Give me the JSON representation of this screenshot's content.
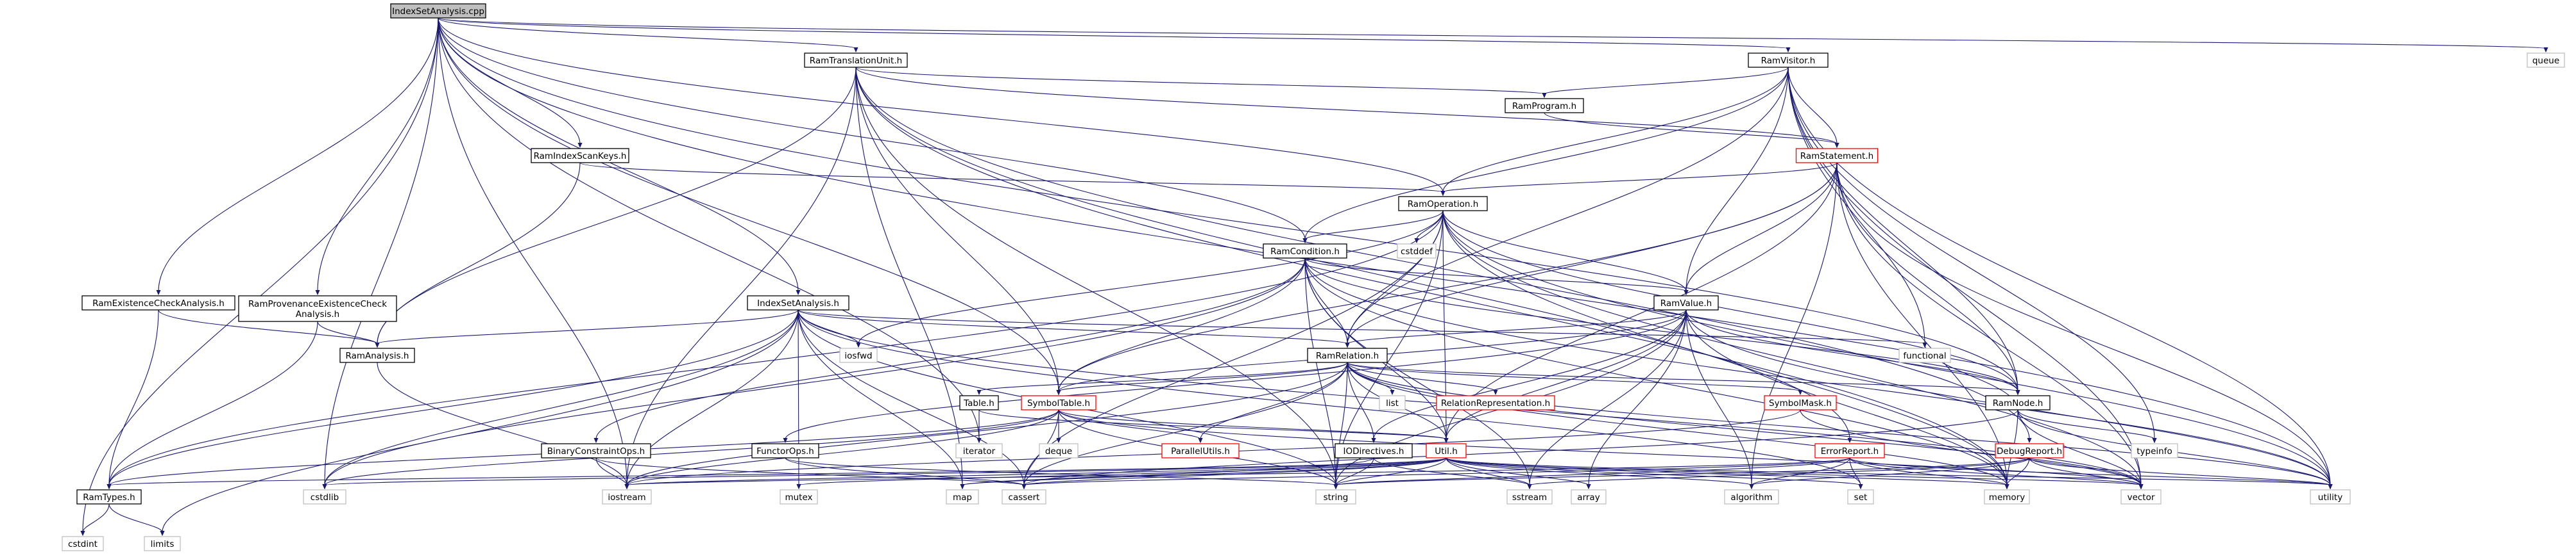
{
  "graph": {
    "nodes": [
      {
        "id": "root",
        "lines": [
          "IndexSetAnalysis.cpp"
        ],
        "style": "root"
      },
      {
        "id": "queue",
        "lines": [
          "queue"
        ],
        "style": "sys"
      },
      {
        "id": "ramTU",
        "lines": [
          "RamTranslationUnit.h"
        ],
        "style": "hdr"
      },
      {
        "id": "ramVisitor",
        "lines": [
          "RamVisitor.h"
        ],
        "style": "hdr"
      },
      {
        "id": "ramProgram",
        "lines": [
          "RamProgram.h"
        ],
        "style": "hdr"
      },
      {
        "id": "ramIndexScanKeys",
        "lines": [
          "RamIndexScanKeys.h"
        ],
        "style": "hdr"
      },
      {
        "id": "ramStatement",
        "lines": [
          "RamStatement.h"
        ],
        "style": "red"
      },
      {
        "id": "ramOperation",
        "lines": [
          "RamOperation.h"
        ],
        "style": "hdr"
      },
      {
        "id": "ramCondition",
        "lines": [
          "RamCondition.h"
        ],
        "style": "hdr"
      },
      {
        "id": "cstddef",
        "lines": [
          "cstddef"
        ],
        "style": "sys"
      },
      {
        "id": "ramExistence",
        "lines": [
          "RamExistenceCheckAnalysis.h"
        ],
        "style": "hdr"
      },
      {
        "id": "ramProvenance",
        "lines": [
          "RamProvenanceExistenceCheck",
          "Analysis.h"
        ],
        "style": "hdr"
      },
      {
        "id": "indexSetAnalysisH",
        "lines": [
          "IndexSetAnalysis.h"
        ],
        "style": "hdr"
      },
      {
        "id": "ramValue",
        "lines": [
          "RamValue.h"
        ],
        "style": "hdr"
      },
      {
        "id": "ramAnalysis",
        "lines": [
          "RamAnalysis.h"
        ],
        "style": "hdr"
      },
      {
        "id": "iosfwd",
        "lines": [
          "iosfwd"
        ],
        "style": "sys"
      },
      {
        "id": "functional",
        "lines": [
          "functional"
        ],
        "style": "sys"
      },
      {
        "id": "ramRelation",
        "lines": [
          "RamRelation.h"
        ],
        "style": "hdr"
      },
      {
        "id": "list",
        "lines": [
          "list"
        ],
        "style": "sys"
      },
      {
        "id": "relRep",
        "lines": [
          "RelationRepresentation.h"
        ],
        "style": "red"
      },
      {
        "id": "symbolMask",
        "lines": [
          "SymbolMask.h"
        ],
        "style": "red"
      },
      {
        "id": "ramNode",
        "lines": [
          "RamNode.h"
        ],
        "style": "hdr"
      },
      {
        "id": "table",
        "lines": [
          "Table.h"
        ],
        "style": "hdr"
      },
      {
        "id": "symbolTable",
        "lines": [
          "SymbolTable.h"
        ],
        "style": "red"
      },
      {
        "id": "typeinfo",
        "lines": [
          "typeinfo"
        ],
        "style": "sys"
      },
      {
        "id": "iterator",
        "lines": [
          "iterator"
        ],
        "style": "sys"
      },
      {
        "id": "deque",
        "lines": [
          "deque"
        ],
        "style": "sys"
      },
      {
        "id": "parallelUtils",
        "lines": [
          "ParallelUtils.h"
        ],
        "style": "red"
      },
      {
        "id": "binaryConstraint",
        "lines": [
          "BinaryConstraintOps.h"
        ],
        "style": "hdr"
      },
      {
        "id": "functorOps",
        "lines": [
          "FunctorOps.h"
        ],
        "style": "hdr"
      },
      {
        "id": "ioDirectives",
        "lines": [
          "IODirectives.h"
        ],
        "style": "hdr"
      },
      {
        "id": "util",
        "lines": [
          "Util.h"
        ],
        "style": "red"
      },
      {
        "id": "errorReport",
        "lines": [
          "ErrorReport.h"
        ],
        "style": "red"
      },
      {
        "id": "debugReport",
        "lines": [
          "DebugReport.h"
        ],
        "style": "red"
      },
      {
        "id": "ramTypes",
        "lines": [
          "RamTypes.h"
        ],
        "style": "hdr"
      },
      {
        "id": "cstdlib",
        "lines": [
          "cstdlib"
        ],
        "style": "sys"
      },
      {
        "id": "iostream",
        "lines": [
          "iostream"
        ],
        "style": "sys"
      },
      {
        "id": "mutex",
        "lines": [
          "mutex"
        ],
        "style": "sys"
      },
      {
        "id": "map",
        "lines": [
          "map"
        ],
        "style": "sys"
      },
      {
        "id": "cassert",
        "lines": [
          "cassert"
        ],
        "style": "sys"
      },
      {
        "id": "string",
        "lines": [
          "string"
        ],
        "style": "sys"
      },
      {
        "id": "sstream",
        "lines": [
          "sstream"
        ],
        "style": "sys"
      },
      {
        "id": "array",
        "lines": [
          "array"
        ],
        "style": "sys"
      },
      {
        "id": "algorithm",
        "lines": [
          "algorithm"
        ],
        "style": "sys"
      },
      {
        "id": "set",
        "lines": [
          "set"
        ],
        "style": "sys"
      },
      {
        "id": "memory",
        "lines": [
          "memory"
        ],
        "style": "sys"
      },
      {
        "id": "vector",
        "lines": [
          "vector"
        ],
        "style": "sys"
      },
      {
        "id": "utility",
        "lines": [
          "utility"
        ],
        "style": "sys"
      },
      {
        "id": "cstdint",
        "lines": [
          "cstdint"
        ],
        "style": "sys"
      },
      {
        "id": "limits",
        "lines": [
          "limits"
        ],
        "style": "sys"
      }
    ],
    "edges": [
      [
        "root",
        "queue"
      ],
      [
        "root",
        "ramTU"
      ],
      [
        "root",
        "ramVisitor"
      ],
      [
        "root",
        "ramIndexScanKeys"
      ],
      [
        "root",
        "ramOperation"
      ],
      [
        "root",
        "ramCondition"
      ],
      [
        "root",
        "ramExistence"
      ],
      [
        "root",
        "ramProvenance"
      ],
      [
        "root",
        "indexSetAnalysisH"
      ],
      [
        "root",
        "ramNode"
      ],
      [
        "root",
        "symbolTable"
      ],
      [
        "root",
        "iterator"
      ],
      [
        "root",
        "cstdlib"
      ],
      [
        "root",
        "cstdint"
      ],
      [
        "root",
        "iostream"
      ],
      [
        "root",
        "utility"
      ],
      [
        "ramTU",
        "ramProgram"
      ],
      [
        "ramTU",
        "ramStatement"
      ],
      [
        "ramTU",
        "ramAnalysis"
      ],
      [
        "ramTU",
        "symbolTable"
      ],
      [
        "ramTU",
        "errorReport"
      ],
      [
        "ramTU",
        "debugReport"
      ],
      [
        "ramTU",
        "map"
      ],
      [
        "ramTU",
        "iostream"
      ],
      [
        "ramTU",
        "memory"
      ],
      [
        "ramTU",
        "string"
      ],
      [
        "ramVisitor",
        "ramProgram"
      ],
      [
        "ramVisitor",
        "ramStatement"
      ],
      [
        "ramVisitor",
        "ramOperation"
      ],
      [
        "ramVisitor",
        "ramCondition"
      ],
      [
        "ramVisitor",
        "ramValue"
      ],
      [
        "ramVisitor",
        "ramRelation"
      ],
      [
        "ramVisitor",
        "ramNode"
      ],
      [
        "ramVisitor",
        "functional"
      ],
      [
        "ramVisitor",
        "typeinfo"
      ],
      [
        "ramVisitor",
        "vector"
      ],
      [
        "ramVisitor",
        "utility"
      ],
      [
        "ramProgram",
        "ramStatement"
      ],
      [
        "ramIndexScanKeys",
        "ramOperation"
      ],
      [
        "ramIndexScanKeys",
        "ramAnalysis"
      ],
      [
        "ramStatement",
        "ramOperation"
      ],
      [
        "ramStatement",
        "ramRelation"
      ],
      [
        "ramStatement",
        "ramValue"
      ],
      [
        "ramStatement",
        "ramNode"
      ],
      [
        "ramStatement",
        "symbolTable"
      ],
      [
        "ramStatement",
        "util"
      ],
      [
        "ramStatement",
        "algorithm"
      ],
      [
        "ramStatement",
        "memory"
      ],
      [
        "ramStatement",
        "vector"
      ],
      [
        "ramStatement",
        "utility"
      ],
      [
        "ramOperation",
        "ramCondition"
      ],
      [
        "ramOperation",
        "ramRelation"
      ],
      [
        "ramOperation",
        "ramValue"
      ],
      [
        "ramOperation",
        "ramNode"
      ],
      [
        "ramOperation",
        "util"
      ],
      [
        "ramOperation",
        "cstddef"
      ],
      [
        "ramOperation",
        "iosfwd"
      ],
      [
        "ramOperation",
        "ramTypes"
      ],
      [
        "ramOperation",
        "cassert"
      ],
      [
        "ramOperation",
        "memory"
      ],
      [
        "ramOperation",
        "vector"
      ],
      [
        "ramOperation",
        "utility"
      ],
      [
        "ramOperation",
        "string"
      ],
      [
        "ramCondition",
        "ramRelation"
      ],
      [
        "ramCondition",
        "ramValue"
      ],
      [
        "ramCondition",
        "ramNode"
      ],
      [
        "ramCondition",
        "symbolTable"
      ],
      [
        "ramCondition",
        "binaryConstraint"
      ],
      [
        "ramCondition",
        "util"
      ],
      [
        "ramCondition",
        "cstdlib"
      ],
      [
        "ramCondition",
        "sstream"
      ],
      [
        "ramCondition",
        "string"
      ],
      [
        "ramCondition",
        "memory"
      ],
      [
        "ramCondition",
        "utility"
      ],
      [
        "ramExistence",
        "ramAnalysis"
      ],
      [
        "ramExistence",
        "ramTypes"
      ],
      [
        "ramProvenance",
        "ramAnalysis"
      ],
      [
        "ramProvenance",
        "ramTypes"
      ],
      [
        "indexSetAnalysisH",
        "ramAnalysis"
      ],
      [
        "indexSetAnalysisH",
        "ramRelation"
      ],
      [
        "indexSetAnalysisH",
        "ramTypes"
      ],
      [
        "indexSetAnalysisH",
        "iosfwd"
      ],
      [
        "indexSetAnalysisH",
        "functional"
      ],
      [
        "indexSetAnalysisH",
        "iostream"
      ],
      [
        "indexSetAnalysisH",
        "map"
      ],
      [
        "indexSetAnalysisH",
        "cassert"
      ],
      [
        "indexSetAnalysisH",
        "set"
      ],
      [
        "indexSetAnalysisH",
        "string"
      ],
      [
        "indexSetAnalysisH",
        "vector"
      ],
      [
        "indexSetAnalysisH",
        "limits"
      ],
      [
        "indexSetAnalysisH",
        "cstdlib"
      ],
      [
        "indexSetAnalysisH",
        "mutex"
      ],
      [
        "ramValue",
        "ramRelation"
      ],
      [
        "ramValue",
        "ramNode"
      ],
      [
        "ramValue",
        "symbolTable"
      ],
      [
        "ramValue",
        "functorOps"
      ],
      [
        "ramValue",
        "util"
      ],
      [
        "ramValue",
        "ioDirectives"
      ],
      [
        "ramValue",
        "algorithm"
      ],
      [
        "ramValue",
        "array"
      ],
      [
        "ramValue",
        "sstream"
      ],
      [
        "ramValue",
        "string"
      ],
      [
        "ramValue",
        "memory"
      ],
      [
        "ramValue",
        "utility"
      ],
      [
        "ramAnalysis",
        "iostream"
      ],
      [
        "ramRelation",
        "list"
      ],
      [
        "ramRelation",
        "relRep"
      ],
      [
        "ramRelation",
        "symbolMask"
      ],
      [
        "ramRelation",
        "ramNode"
      ],
      [
        "ramRelation",
        "table"
      ],
      [
        "ramRelation",
        "symbolTable"
      ],
      [
        "ramRelation",
        "parallelUtils"
      ],
      [
        "ramRelation",
        "util"
      ],
      [
        "ramRelation",
        "ioDirectives"
      ],
      [
        "ramRelation",
        "cassert"
      ],
      [
        "ramRelation",
        "string"
      ],
      [
        "ramRelation",
        "utility"
      ],
      [
        "ramRelation",
        "memory"
      ],
      [
        "ramRelation",
        "iostream"
      ],
      [
        "ramRelation",
        "vector"
      ],
      [
        "symbolMask",
        "vector"
      ],
      [
        "symbolMask",
        "iostream"
      ],
      [
        "ramNode",
        "typeinfo"
      ],
      [
        "ramNode",
        "vector"
      ],
      [
        "ramNode",
        "memory"
      ],
      [
        "ramNode",
        "functional"
      ],
      [
        "ramNode",
        "cassert"
      ],
      [
        "ramNode",
        "utility"
      ],
      [
        "table",
        "iterator"
      ],
      [
        "table",
        "util"
      ],
      [
        "symbolTable",
        "parallelUtils"
      ],
      [
        "symbolTable",
        "deque"
      ],
      [
        "symbolTable",
        "util"
      ],
      [
        "symbolTable",
        "ramTypes"
      ],
      [
        "symbolTable",
        "cassert"
      ],
      [
        "symbolTable",
        "string"
      ],
      [
        "symbolTable",
        "iostream"
      ],
      [
        "symbolTable",
        "cstdlib"
      ],
      [
        "symbolTable",
        "vector"
      ],
      [
        "binaryConstraint",
        "iostream"
      ],
      [
        "binaryConstraint",
        "cassert"
      ],
      [
        "functorOps",
        "cassert"
      ],
      [
        "functorOps",
        "string"
      ],
      [
        "ioDirectives",
        "string"
      ],
      [
        "ioDirectives",
        "map"
      ],
      [
        "ioDirectives",
        "sstream"
      ],
      [
        "util",
        "cstdlib"
      ],
      [
        "util",
        "iostream"
      ],
      [
        "util",
        "mutex"
      ],
      [
        "util",
        "map"
      ],
      [
        "util",
        "cassert"
      ],
      [
        "util",
        "string"
      ],
      [
        "util",
        "sstream"
      ],
      [
        "util",
        "array"
      ],
      [
        "util",
        "algorithm"
      ],
      [
        "util",
        "set"
      ],
      [
        "util",
        "memory"
      ],
      [
        "util",
        "vector"
      ],
      [
        "util",
        "utility"
      ],
      [
        "util",
        "ramTypes"
      ],
      [
        "errorReport",
        "algorithm"
      ],
      [
        "errorReport",
        "set"
      ],
      [
        "errorReport",
        "string"
      ],
      [
        "errorReport",
        "vector"
      ],
      [
        "errorReport",
        "iostream"
      ],
      [
        "errorReport",
        "cassert"
      ],
      [
        "errorReport",
        "utility"
      ],
      [
        "errorReport",
        "memory"
      ],
      [
        "debugReport",
        "memory"
      ],
      [
        "debugReport",
        "string"
      ],
      [
        "debugReport",
        "vector"
      ],
      [
        "debugReport",
        "utility"
      ],
      [
        "debugReport",
        "sstream"
      ],
      [
        "debugReport",
        "algorithm"
      ],
      [
        "ramTypes",
        "cstdint"
      ],
      [
        "ramTypes",
        "limits"
      ]
    ]
  },
  "colors": {
    "root_fill": "#bfbfbf",
    "node_fill": "#ffffff",
    "header_stroke": "#000000",
    "red_stroke": "#ff0000",
    "system_stroke": "#bfbfbf",
    "edge": "#191970"
  }
}
